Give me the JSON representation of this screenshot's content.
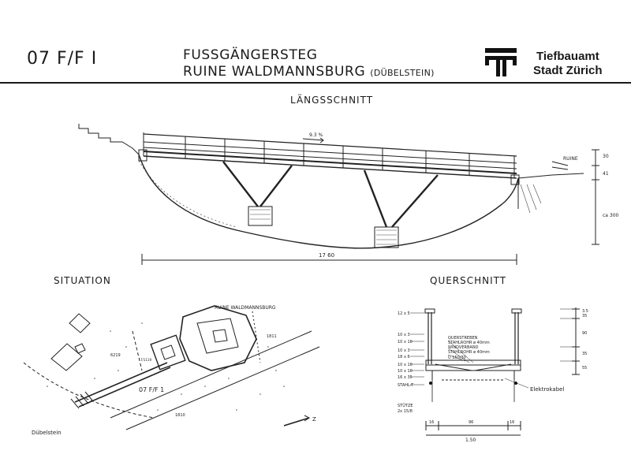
{
  "header": {
    "project_code": "07 F/F I",
    "title_line1": "FUSSGÄNGERSTEG",
    "title_line2": "RUINE  WALDMANNSBURG",
    "title_suffix": "(DÜBELSTEIN)",
    "authority_line1": "Tiefbauamt",
    "authority_line2": "Stadt Zürich",
    "logo_icon": "tiefbauamt-logo-icon"
  },
  "longitudinal": {
    "heading": "LÄNGSSCHNITT",
    "slope": "9.3 %",
    "ruin_label": "RUINE",
    "span": "17 60",
    "height": "ca 300",
    "dim_upper": "30",
    "dim_mid": "41"
  },
  "situation": {
    "heading": "SITUATION",
    "ruin_label": "RUINE WALDMANNSBURG",
    "bridge_label": "07 F/F 1",
    "place_label": "Dübelstein",
    "parcel_1": "6219",
    "parcel_2": "1811",
    "parcel_3": "1810",
    "parcel_4": "7/1119",
    "north_label": "Z"
  },
  "cross_section": {
    "heading": "QUERSCHNITT",
    "left_labels": [
      "12 x 5",
      "10 x 3",
      "10 x 10",
      "10 x 3",
      "18 x 6",
      "10 x 10",
      "10 x 10",
      "16 x 35",
      "STAHL-T"
    ],
    "note_1": "QUERSTREBEN",
    "note_1b": "STAHLROHR ø 40mm",
    "note_2": "WINDVERBAND",
    "note_2b": "STAHLROHR ø 40mm",
    "note_3": "U 150/30",
    "cable_label": "Elektrokabel",
    "post_label": "STÜTZE",
    "post_dim": "2x 15/8",
    "bottom_dims": [
      "16",
      "96",
      "16"
    ],
    "total_width": "1.50",
    "right_dims": [
      "3.5",
      "35",
      "90",
      "35",
      "55"
    ]
  }
}
